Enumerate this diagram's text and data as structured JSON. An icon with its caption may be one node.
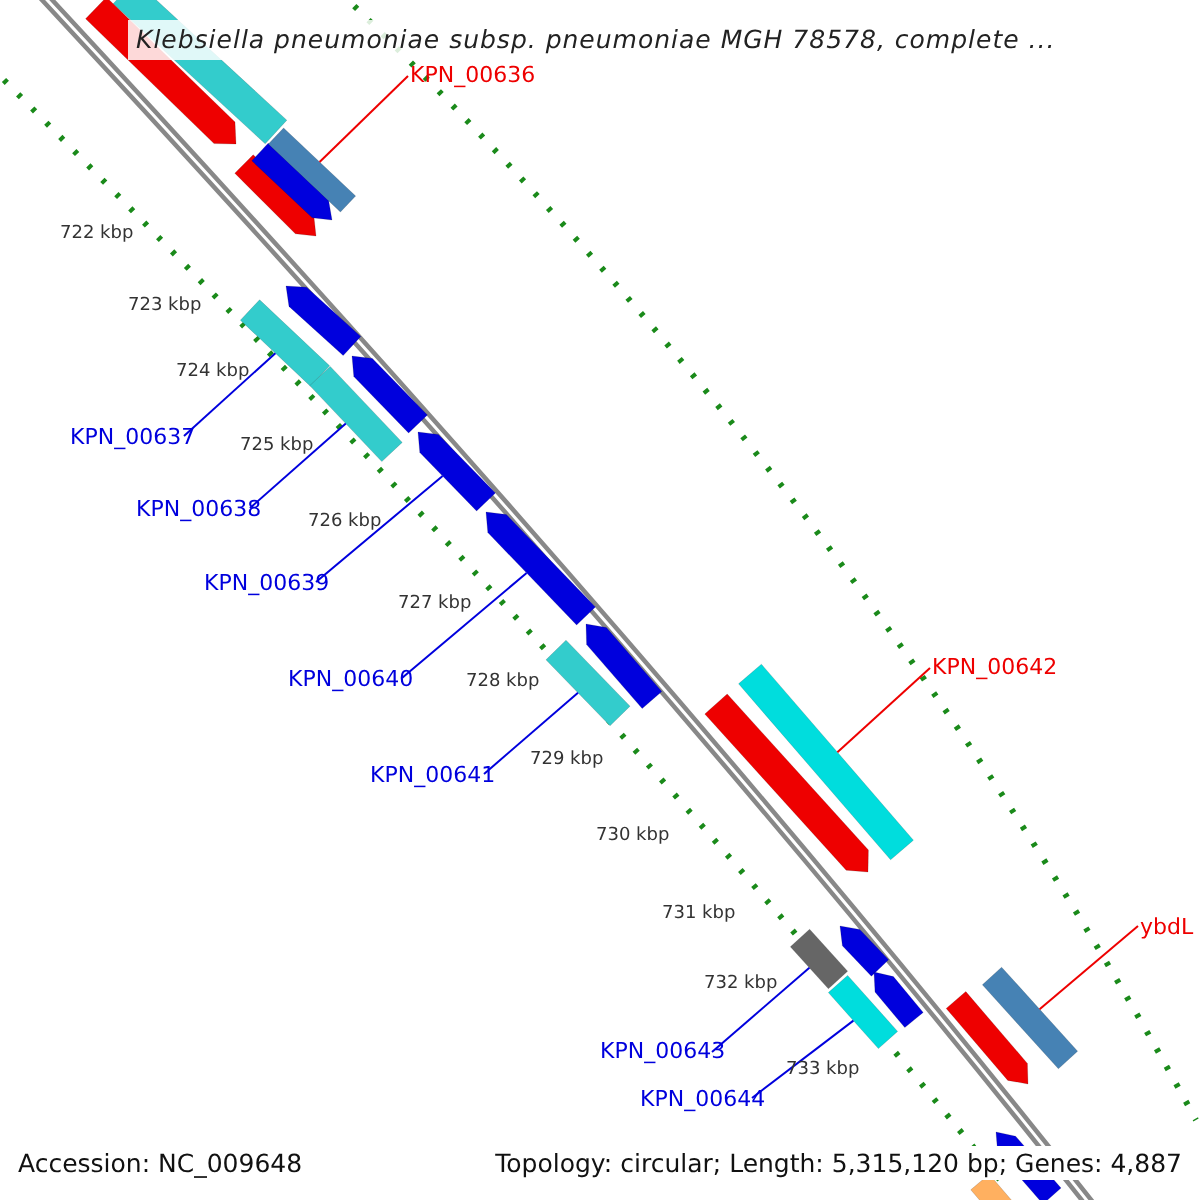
{
  "diagram": {
    "title": "Klebsiella pneumoniae subsp. pneumoniae MGH 78578, complete ...",
    "nodes": [
      {
        "text": [
          "KPN_00636"
        ]
      },
      {
        "text": [
          "KPN_00637"
        ]
      },
      {
        "text": [
          "KPN_00638"
        ]
      },
      {
        "text": [
          "KPN_00639"
        ]
      },
      {
        "text": [
          "KPN_00640"
        ]
      },
      {
        "text": [
          "KPN_00641"
        ]
      },
      {
        "text": [
          "KPN_00642"
        ]
      },
      {
        "text": [
          "ybdL"
        ]
      },
      {
        "text": [
          "KPN_00643"
        ]
      },
      {
        "text": [
          "KPN_00644"
        ]
      },
      {
        "text": [],
        "shape": "bar"
      },
      {
        "text": [],
        "shape": "bar"
      },
      {
        "text": [],
        "shape": "bar"
      },
      {
        "text": [],
        "shape": "bar"
      },
      {
        "text": [],
        "shape": "bar"
      },
      {
        "text": [],
        "shape": "bar"
      },
      {
        "text": [],
        "shape": "bar"
      },
      {
        "text": [],
        "shape": "bar"
      },
      {
        "text": [],
        "shape": "bar"
      },
      {
        "text": [],
        "shape": "bar"
      },
      {
        "text": [],
        "shape": "bar"
      },
      {
        "text": [],
        "shape": "bar"
      },
      {
        "text": [],
        "shape": "bar"
      },
      {
        "text": [],
        "shape": "bar"
      },
      {
        "text": [],
        "shape": "bar"
      },
      {
        "text": [],
        "shape": "bar"
      },
      {
        "text": [],
        "shape": "bar"
      },
      {
        "text": [],
        "shape": "bar"
      },
      {
        "text": [],
        "shape": "bar"
      },
      {
        "text": [],
        "shape": "bar"
      },
      {
        "text": [],
        "shape": "bar"
      },
      {
        "text": [],
        "shape": "bar"
      },
      {
        "text": [],
        "shape": "bar"
      }
    ],
    "edges": [
      {
        "from": 0,
        "to": 10,
        "arrow": "none",
        "color": "#ee0000"
      },
      {
        "from": 1,
        "to": 11,
        "arrow": "none"
      },
      {
        "from": 2,
        "to": 12,
        "arrow": "none"
      },
      {
        "from": 3,
        "to": 13,
        "arrow": "none"
      },
      {
        "from": 4,
        "to": 14,
        "arrow": "none"
      },
      {
        "from": 5,
        "to": 15,
        "arrow": "none"
      },
      {
        "from": 6,
        "to": 16,
        "arrow": "none",
        "color": "#ee0000"
      },
      {
        "from": 7,
        "to": 17,
        "arrow": "none",
        "color": "#ee0000"
      },
      {
        "from": 8,
        "to": 18,
        "arrow": "none"
      },
      {
        "from": 9,
        "to": 19,
        "arrow": "none"
      }
    ],
    "labels": [
      "722 kbp",
      "723 kbp",
      "724 kbp",
      "725 kbp",
      "726 kbp",
      "727 kbp",
      "728 kbp",
      "729 kbp",
      "730 kbp",
      "731 kbp",
      "732 kbp",
      "733 kbp",
      "Accession: NC_009648",
      "Topology: circular; Length: 5,315,120 bp; Genes: 4,887"
    ]
  }
}
